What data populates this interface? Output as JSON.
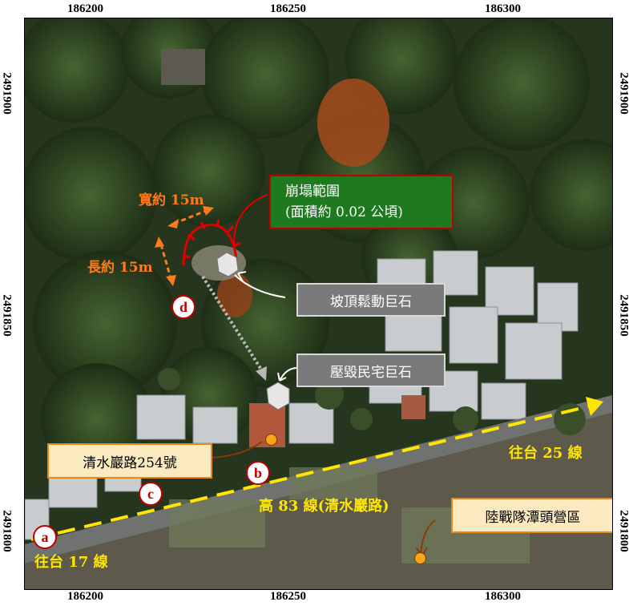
{
  "axes": {
    "x_ticks": [
      "186200",
      "186250",
      "186300"
    ],
    "y_ticks": [
      "2491900",
      "2491850",
      "2491800"
    ]
  },
  "annotations": {
    "collapse_area_line1": "崩塌範圍",
    "collapse_area_line2": "(面積約 0.02 公頃)",
    "width_label": "寬約 15m",
    "length_label": "長約 15m",
    "loose_boulder": "坡頂鬆動巨石",
    "crushing_boulder": "壓毀民宅巨石",
    "address": "清水巖路254號",
    "camp": "陸戰隊潭頭營區",
    "road_name": "高 83 線(清水巖路)",
    "to_route_25": "往台 25 線",
    "to_route_17": "往台 17 線"
  },
  "points": {
    "a": "a",
    "b": "b",
    "c": "c",
    "d": "d"
  },
  "colors": {
    "collapse_box": "#1f7a1f",
    "collapse_outline": "#c00000",
    "orange_annotation": "#ff7a1a",
    "road_dash": "#ffe600",
    "marker_dot": "#f7a51b"
  }
}
